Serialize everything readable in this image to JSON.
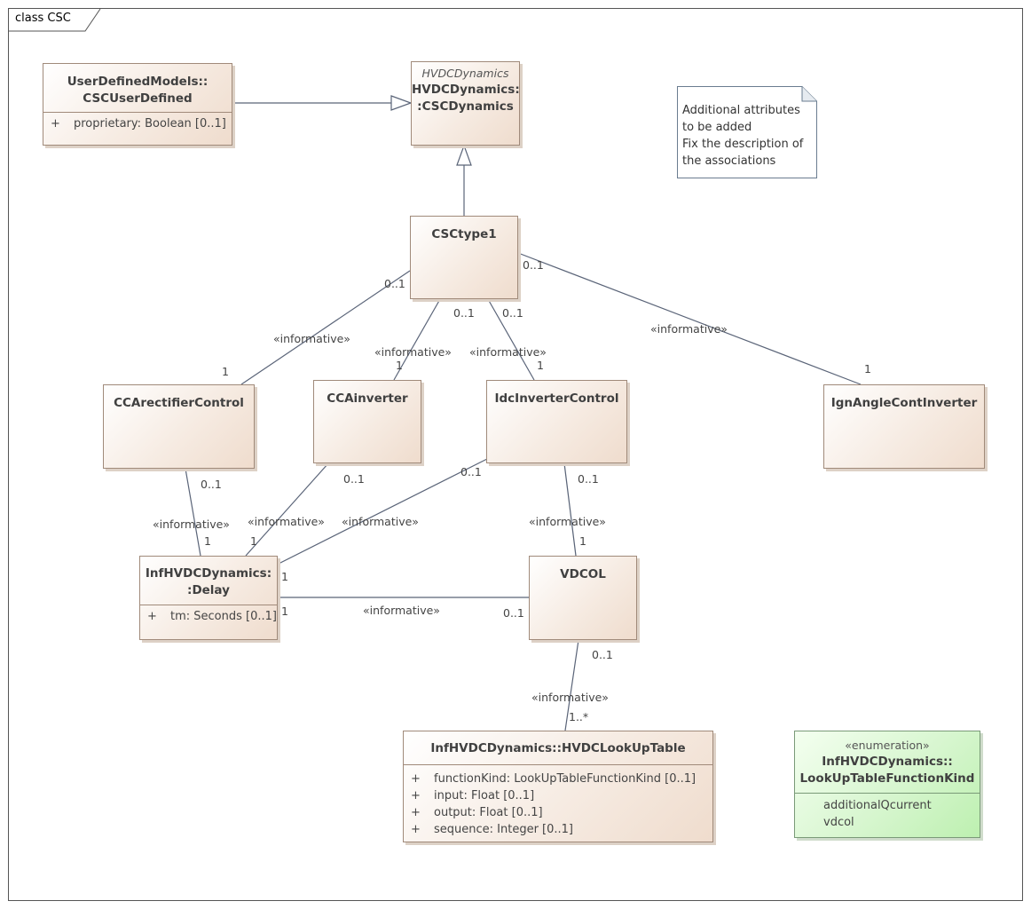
{
  "frame": {
    "title": "class CSC"
  },
  "classes": {
    "csc_user_defined": {
      "title_line1": "UserDefinedModels::",
      "title_line2": "CSCUserDefined",
      "attributes": [
        {
          "vis": "+",
          "text": "proprietary: Boolean [0..1]"
        }
      ]
    },
    "csc_dynamics": {
      "stereotype": "HVDCDynamics",
      "title_line1": "HVDCDynamics:",
      "title_line2": ":CSCDynamics"
    },
    "csc_type1": {
      "title": "CSCtype1"
    },
    "cca_rectifier": {
      "title": "CCArectifierControl"
    },
    "cca_inverter": {
      "title": "CCAinverter"
    },
    "idc_inverter": {
      "title": "IdcInverterControl"
    },
    "ign_angle": {
      "title": "IgnAngleContInverter"
    },
    "delay": {
      "title_line1": "InfHVDCDynamics:",
      "title_line2": ":Delay",
      "attributes": [
        {
          "vis": "+",
          "text": "tm: Seconds [0..1]"
        }
      ]
    },
    "vdcol": {
      "title": "VDCOL"
    },
    "lookup_table": {
      "title": "InfHVDCDynamics::HVDCLookUpTable",
      "attributes": [
        {
          "vis": "+",
          "text": "functionKind: LookUpTableFunctionKind [0..1]"
        },
        {
          "vis": "+",
          "text": "input: Float [0..1]"
        },
        {
          "vis": "+",
          "text": "output: Float [0..1]"
        },
        {
          "vis": "+",
          "text": "sequence: Integer [0..1]"
        }
      ]
    },
    "lookup_kind": {
      "stereotype": "«enumeration»",
      "title_line1": "InfHVDCDynamics::",
      "title_line2": "LookUpTableFunctionKind",
      "literals": [
        "additionalQcurrent",
        "vdcol"
      ]
    }
  },
  "note": {
    "lines": [
      "Additional attributes",
      "to be added",
      "Fix the description of",
      "the associations"
    ]
  },
  "associations": [
    {
      "stereotype": "«informative»",
      "source_mult": "0..1",
      "target_mult": "1"
    },
    {
      "stereotype": "«informative»",
      "source_mult": "0..1",
      "target_mult": "1"
    },
    {
      "stereotype": "«informative»",
      "source_mult": "0..1",
      "target_mult": "1"
    },
    {
      "stereotype": "«informative»",
      "source_mult": "0..1",
      "target_mult": "1"
    },
    {
      "stereotype": "«informative»",
      "source_mult": "0..1",
      "target_mult": "1"
    },
    {
      "stereotype": "«informative»",
      "source_mult": "0..1",
      "target_mult": "1"
    },
    {
      "stereotype": "«informative»",
      "source_mult": "0..1",
      "target_mult": "1"
    },
    {
      "stereotype": "«informative»",
      "source_mult": "0..1",
      "target_mult": "1"
    },
    {
      "stereotype": "«informative»",
      "source_mult": "1",
      "target_mult": "0..1"
    },
    {
      "stereotype": "«informative»",
      "source_mult": "0..1",
      "target_mult": "1..*"
    }
  ]
}
